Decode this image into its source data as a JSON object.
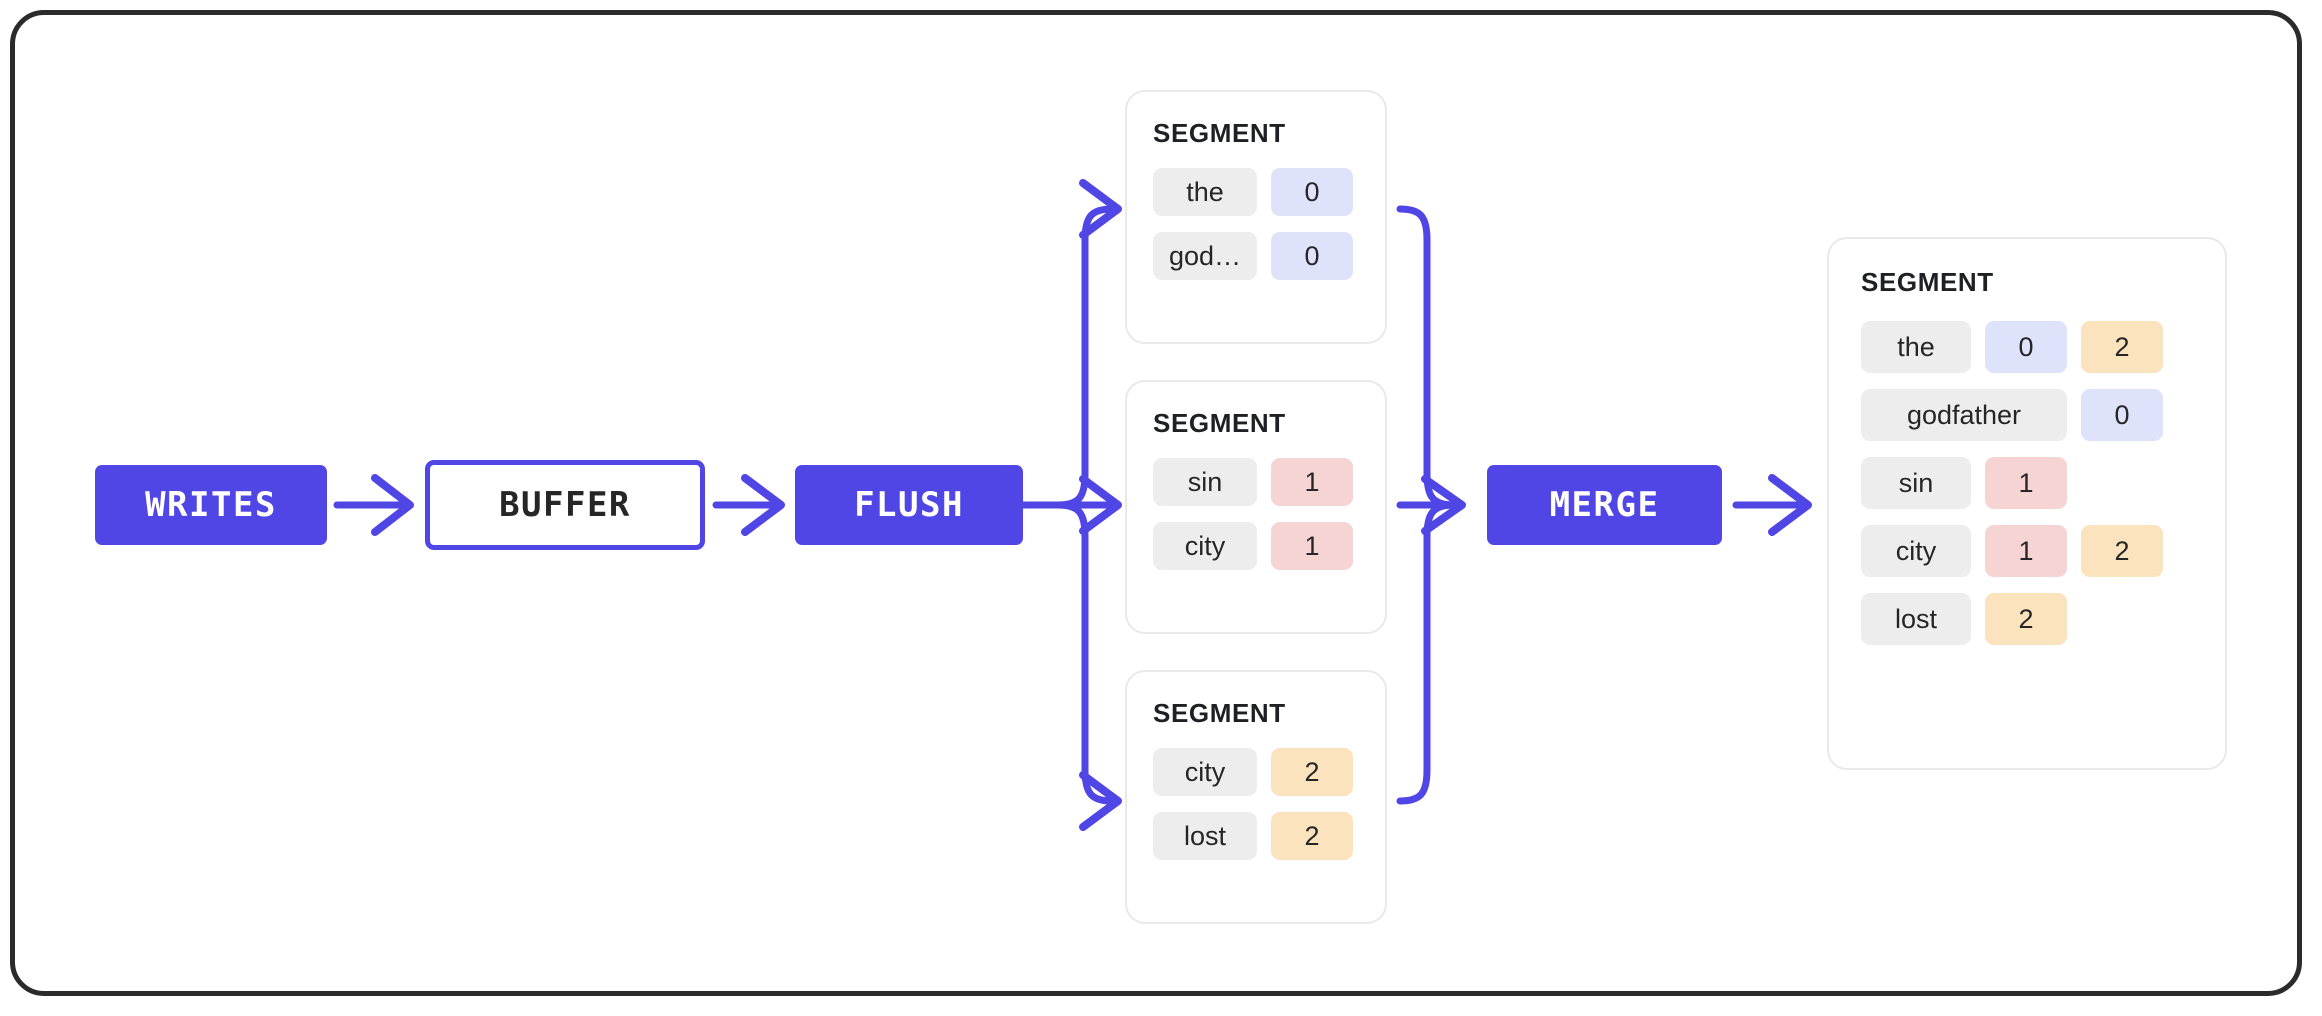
{
  "diagram": {
    "title": "LSM write path: writes buffer flush to segments then merge",
    "accent": "#4f46e5",
    "chip_colors": {
      "key": "#ededed",
      "blue": "#dfe2fb",
      "pink": "#f6d4d4",
      "amber": "#fae3bd"
    }
  },
  "pipeline": {
    "writes_label": "WRITES",
    "buffer_label": "BUFFER",
    "flush_label": "FLUSH",
    "merge_label": "MERGE"
  },
  "segments": [
    {
      "title": "SEGMENT",
      "rows": [
        {
          "key": "the",
          "value": "0",
          "tone": "blue"
        },
        {
          "key": "god…",
          "value": "0",
          "tone": "blue"
        }
      ]
    },
    {
      "title": "SEGMENT",
      "rows": [
        {
          "key": "sin",
          "value": "1",
          "tone": "pink"
        },
        {
          "key": "city",
          "value": "1",
          "tone": "pink"
        }
      ]
    },
    {
      "title": "SEGMENT",
      "rows": [
        {
          "key": "city",
          "value": "2",
          "tone": "amber"
        },
        {
          "key": "lost",
          "value": "2",
          "tone": "amber"
        }
      ]
    }
  ],
  "merged": {
    "title": "SEGMENT",
    "rows": [
      {
        "key": "the",
        "v1": "0",
        "t1": "blue",
        "v2": "2",
        "t2": "amber"
      },
      {
        "key": "godfather",
        "v1": "",
        "t1": "ghost",
        "v2": "0",
        "t2": "blue"
      },
      {
        "key": "sin",
        "v1": "1",
        "t1": "pink",
        "v2": "",
        "t2": "ghost"
      },
      {
        "key": "city",
        "v1": "1",
        "t1": "pink",
        "v2": "2",
        "t2": "amber"
      },
      {
        "key": "lost",
        "v1": "2",
        "t1": "amber",
        "v2": "",
        "t2": "ghost"
      }
    ]
  }
}
